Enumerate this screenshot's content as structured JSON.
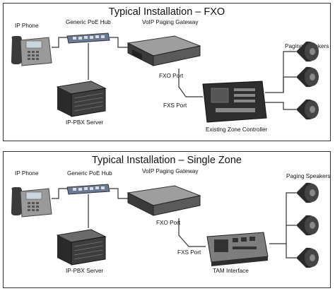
{
  "fxo": {
    "title": "Typical Installation – FXO",
    "ip_phone": "IP Phone",
    "hub": "Generic PoE Hub",
    "gateway": "VoIP Paging Gateway",
    "gateway_brand": "VoIP Paging Gateway",
    "server": "IP-PBX Server",
    "fxo_port": "FXO Port",
    "fxs_port": "FXS Port",
    "controller": "Existing Zone Controller",
    "speakers": "Paging Speakers"
  },
  "single_zone": {
    "title": "Typical Installation – Single Zone",
    "ip_phone": "IP Phone",
    "hub": "Generic PoE Hub",
    "gateway": "VoIP Paging Gateway",
    "gateway_brand": "VoIP Paging Gateway",
    "server": "IP-PBX Server",
    "fxo_port": "FXO Port",
    "fxs_port": "FXS Port",
    "controller": "TAM Interface",
    "speakers": "Paging Speakers"
  },
  "colors": {
    "line": "#333333",
    "device_dark": "#2a2a2a",
    "device_gray": "#8c8c8c",
    "hub_blue": "#6a7a93"
  }
}
